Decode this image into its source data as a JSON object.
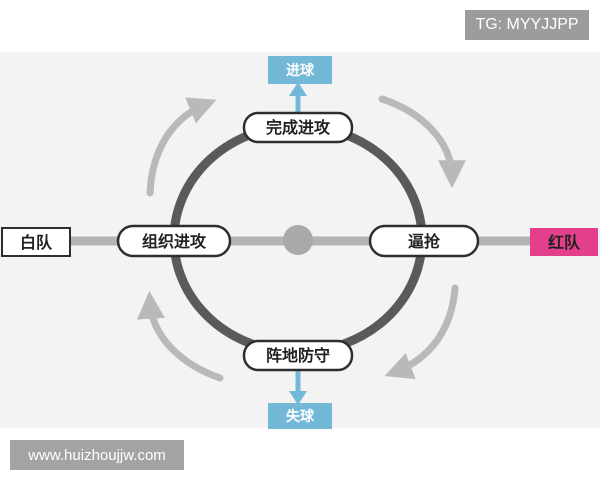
{
  "diagram": {
    "nodes": {
      "top": "完成进攻",
      "left": "组织进攻",
      "right": "逼抢",
      "bottom": "阵地防守"
    },
    "outcomes": {
      "score": "进球",
      "concede": "失球"
    },
    "teams": {
      "white": "白队",
      "red": "红队"
    }
  },
  "watermarks": {
    "top": "TG: MYYJJPP",
    "bottom": "www.huizhoujjw.com"
  },
  "colors": {
    "loop": "#5a5a5a",
    "axis": "#b3b3b3",
    "arrow": "#b9b9b9",
    "outcome": "#74b8d8",
    "red_team": "#e43f8b",
    "node_border": "#2e2e2e"
  }
}
